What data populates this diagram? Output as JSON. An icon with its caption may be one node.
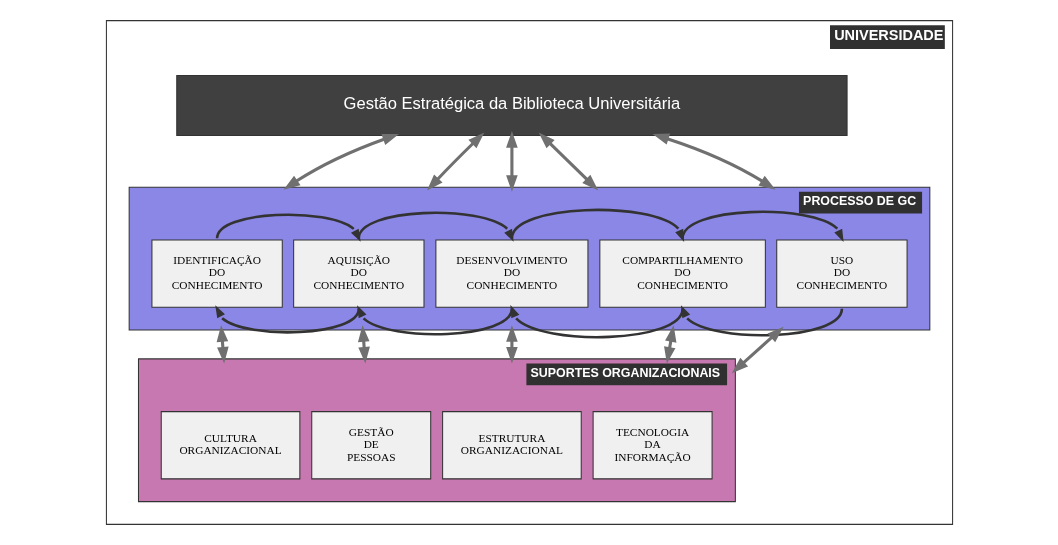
{
  "diagram": {
    "nodes": [
      {
        "text": [
          "UNIVERSIDADE"
        ]
      },
      {
        "text": [
          "Gestão Estratégica da Biblioteca Universitária"
        ],
        "in": 0
      },
      {
        "text": [
          "PROCESSO DE GC"
        ],
        "in": 0
      },
      {
        "text": [
          "IDENTIFICAÇÃO DO CONHECIMENTO"
        ],
        "in": 2
      },
      {
        "text": [
          "AQUISIÇÃO DO CONHECIMENTO"
        ],
        "in": 2
      },
      {
        "text": [
          "DESENVOLVIMENTO DO CONHECIMENTO"
        ],
        "in": 2
      },
      {
        "text": [
          "COMPARTILHAMENTO DO CONHECIMENTO"
        ],
        "in": 2
      },
      {
        "text": [
          "USO DO CONHECIMENTO"
        ],
        "in": 2
      },
      {
        "text": [
          "SUPORTES ORGANIZACIONAIS"
        ],
        "in": 0
      },
      {
        "text": [
          "CULTURA ORGANIZACIONAL"
        ],
        "in": 8
      },
      {
        "text": [
          "GESTÃO DE PESSOAS"
        ],
        "in": 8
      },
      {
        "text": [
          "ESTRUTURA ORGANIZACIONAL"
        ],
        "in": 8
      },
      {
        "text": [
          "TECNOLOGIA DA INFORMAÇÃO"
        ],
        "in": 8
      }
    ],
    "edges": [
      {
        "from": 1,
        "to": 2,
        "arrow": "both"
      },
      {
        "from": 1,
        "to": 2,
        "arrow": "both"
      },
      {
        "from": 1,
        "to": 2,
        "arrow": "both"
      },
      {
        "from": 1,
        "to": 2,
        "arrow": "both"
      },
      {
        "from": 1,
        "to": 2,
        "arrow": "both"
      },
      {
        "from": 3,
        "to": 4,
        "arrow": "to"
      },
      {
        "from": 4,
        "to": 3,
        "arrow": "to"
      },
      {
        "from": 4,
        "to": 5,
        "arrow": "to"
      },
      {
        "from": 5,
        "to": 4,
        "arrow": "to"
      },
      {
        "from": 5,
        "to": 6,
        "arrow": "to"
      },
      {
        "from": 6,
        "to": 5,
        "arrow": "to"
      },
      {
        "from": 6,
        "to": 7,
        "arrow": "to"
      },
      {
        "from": 7,
        "to": 6,
        "arrow": "to"
      },
      {
        "from": 2,
        "to": 8,
        "arrow": "both"
      },
      {
        "from": 2,
        "to": 8,
        "arrow": "both"
      },
      {
        "from": 2,
        "to": 8,
        "arrow": "both"
      },
      {
        "from": 2,
        "to": 8,
        "arrow": "both"
      },
      {
        "from": 2,
        "to": 8,
        "arrow": "both"
      }
    ]
  }
}
